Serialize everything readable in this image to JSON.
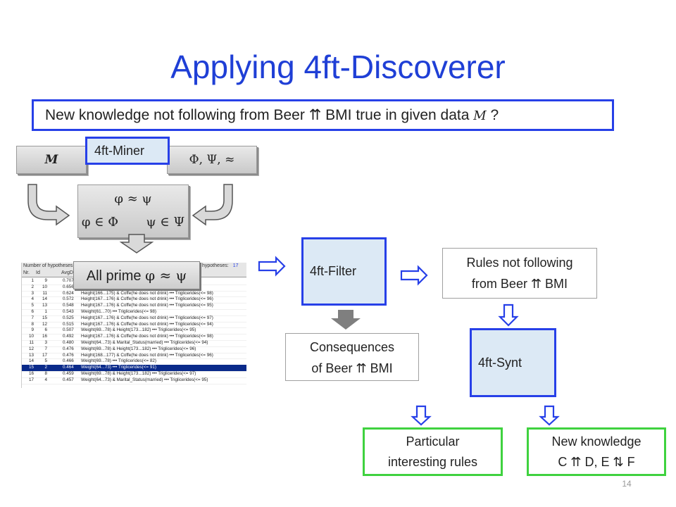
{
  "title": "Applying 4ft-Discoverer",
  "question": {
    "prefix": "New knowledge not following from Beer ",
    "arrows": "⇈",
    "middle": " BMI true in  given data ",
    "data_symbol": "M",
    "suffix": " ?"
  },
  "miner": {
    "label": "4ft-Miner",
    "m_symbol": "M",
    "params": "Φ,  Ψ,  ≈",
    "formula_top": "φ ≈ ψ",
    "formula_bottom_left": "φ ∈ Φ",
    "formula_bottom_right": "ψ ∈ Ψ"
  },
  "table": {
    "count_label": "Number of hypotheses",
    "count_label_right": "hypotheses:",
    "count_value": "17",
    "columns": [
      "Nr.",
      "Id",
      "AvgDf"
    ],
    "rows": [
      {
        "nr": "1",
        "id": "9",
        "val": "0.707",
        "text": "rides(<= 96)"
      },
      {
        "nr": "2",
        "id": "10",
        "val": "0.656",
        "text": "rides(<= 97)"
      },
      {
        "nr": "3",
        "id": "11",
        "val": "0.624",
        "text": "Height(166...175) & Coffe(he does not drink) ••• Triglicerides(<= 98)"
      },
      {
        "nr": "4",
        "id": "14",
        "val": "0.572",
        "text": "Height(167...176) & Coffe(he does not drink) ••• Triglicerides(<= 96)"
      },
      {
        "nr": "5",
        "id": "13",
        "val": "0.548",
        "text": "Height(167...176) & Coffe(he does not drink) ••• Triglicerides(<= 95)"
      },
      {
        "nr": "6",
        "id": "1",
        "val": "0.543",
        "text": "Weight(61...70) ••• Triglicerides(<= 98)"
      },
      {
        "nr": "7",
        "id": "15",
        "val": "0.525",
        "text": "Height(167...176) & Coffe(he does not drink) ••• Triglicerides(<= 97)"
      },
      {
        "nr": "8",
        "id": "12",
        "val": "0.515",
        "text": "Height(167...176) & Coffe(he does not drink) ••• Triglicerides(<= 94)"
      },
      {
        "nr": "9",
        "id": "6",
        "val": "0.507",
        "text": "Weight(69...78) & Height(173...182) ••• Triglicerides(<= 95)"
      },
      {
        "nr": "10",
        "id": "16",
        "val": "0.492",
        "text": "Height(167...176) & Coffe(he does not drink) ••• Triglicerides(<= 98)"
      },
      {
        "nr": "11",
        "id": "3",
        "val": "0.480",
        "text": "Weight(64...73) & Marital_Status(married) ••• Triglicerides(<= 94)"
      },
      {
        "nr": "12",
        "id": "7",
        "val": "0.476",
        "text": "Weight(69...78) & Height(173...182) ••• Triglicerides(<= 96)"
      },
      {
        "nr": "13",
        "id": "17",
        "val": "0.476",
        "text": "Height(168...177) & Coffe(he does not drink) ••• Triglicerides(<= 96)"
      },
      {
        "nr": "14",
        "id": "5",
        "val": "0.466",
        "text": "Weight(69...78) ••• Triglicerides(<= 82)"
      },
      {
        "nr": "15",
        "id": "2",
        "val": "0.464",
        "text": "Weight(64...73) ••• Triglicerides(<= 91)",
        "selected": true
      },
      {
        "nr": "16",
        "id": "8",
        "val": "0.459",
        "text": "Weight(69...78) & Height(173...182) ••• Triglicerides(<= 97)"
      },
      {
        "nr": "17",
        "id": "4",
        "val": "0.457",
        "text": "Weight(64...73) & Marital_Status(married) ••• Triglicerides(<= 95)"
      }
    ]
  },
  "all_prime": {
    "prefix": "All prime  ",
    "formula": "φ ≈ ψ"
  },
  "filter": {
    "label": "4ft-Filter"
  },
  "rules_not_following": {
    "line1": "Rules not following",
    "line2_prefix": "from Beer ",
    "arrows": "⇈",
    "line2_suffix": " BMI"
  },
  "consequences": {
    "line1": "Consequences",
    "line2_prefix": "of Beer ",
    "arrows": "⇈",
    "line2_suffix": " BMI"
  },
  "synt": {
    "label": "4ft-Synt"
  },
  "particular": {
    "line1": "Particular",
    "line2": "interesting rules"
  },
  "new_knowledge": {
    "line1": "New knowledge",
    "line2_c": "C ",
    "arrows_up": "⇈",
    "line2_d": " D,    E ",
    "arrows_updown": "⇅",
    "line2_f": " F"
  },
  "page_number": "14",
  "colors": {
    "title": "#1f3fd6",
    "border_blue": "#2740e8",
    "border_green": "#3fd23f",
    "box_fill": "#dce9f5"
  }
}
